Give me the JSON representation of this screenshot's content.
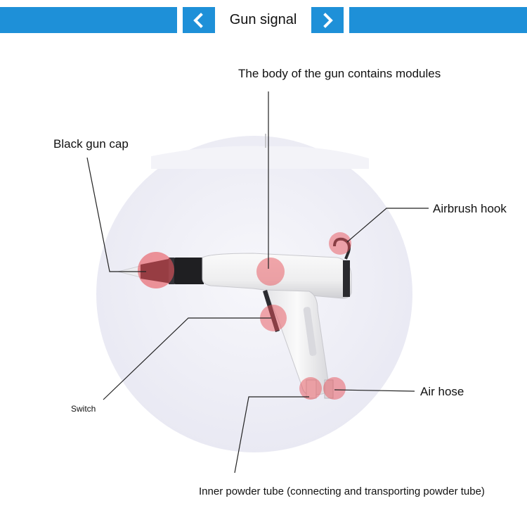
{
  "header": {
    "title": "Gun signal",
    "prev_icon": "chevron-left-icon",
    "next_icon": "chevron-right-icon",
    "accent_color": "#1e90d8"
  },
  "labels": {
    "body": "The body of the gun contains modules",
    "cap": "Black gun cap",
    "hook": "Airbrush hook",
    "switch": "Switch",
    "air_hose": "Air hose",
    "powder_tube": "Inner powder tube (connecting and transporting powder tube)"
  },
  "colors": {
    "highlight": "#e8515a",
    "gun_body": "#f4f4f6",
    "gun_cap": "#1a1a1a",
    "backdrop": "#eeeef6"
  }
}
